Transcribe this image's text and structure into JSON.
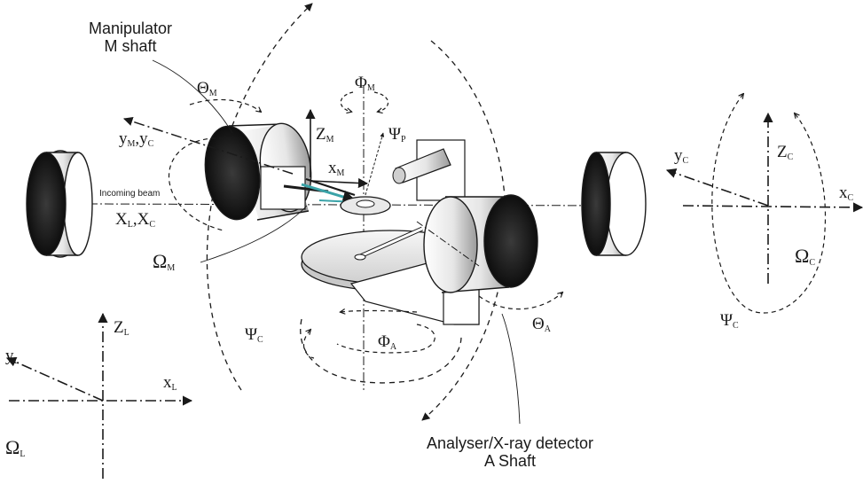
{
  "labels": {
    "manipulator_line1": "Manipulator",
    "manipulator_line2": "M shaft",
    "analyser_line1": "Analyser/X-ray detector",
    "analyser_line2": "A Shaft",
    "incoming_beam": "Incoming beam",
    "theta_m": "Θ",
    "theta_m_sub": "M",
    "phi_m": "Φ",
    "phi_m_sub": "M",
    "z_m": "Z",
    "z_m_sub": "M",
    "psi_p": "Ψ",
    "psi_p_sub": "P",
    "x_m": "x",
    "x_m_sub": "M",
    "y_m_yc_a": "y",
    "y_m_yc_a_sub": "M",
    "y_m_yc_sep": ",",
    "y_m_yc_b": "y",
    "y_m_yc_b_sub": "C",
    "xl_xc_a": "X",
    "xl_xc_a_sub": "L",
    "xl_xc_sep": ",",
    "xl_xc_b": "X",
    "xl_xc_b_sub": "C",
    "omega_m": "Ω",
    "omega_m_sub": "M",
    "psi_c_left": "Ψ",
    "psi_c_left_sub": "C",
    "phi_a": "Φ",
    "phi_a_sub": "A",
    "theta_a": "Θ",
    "theta_a_sub": "A",
    "y_c": "y",
    "y_c_sub": "C",
    "z_c": "Z",
    "z_c_sub": "C",
    "x_c": "x",
    "x_c_sub": "C",
    "omega_c": "Ω",
    "omega_c_sub": "C",
    "psi_c_right": "Ψ",
    "psi_c_right_sub": "C",
    "z_l": "Z",
    "z_l_sub": "L",
    "y_l": "y",
    "y_l_sub": "L",
    "x_l": "x",
    "x_l_sub": "L",
    "omega_l": "Ω",
    "omega_l_sub": "L"
  },
  "colors": {
    "line": "#1a1a1a",
    "beam": "#3aa3a8",
    "cylinder_dark": "#1c1c1c",
    "cylinder_light": "#f2f2f2"
  }
}
